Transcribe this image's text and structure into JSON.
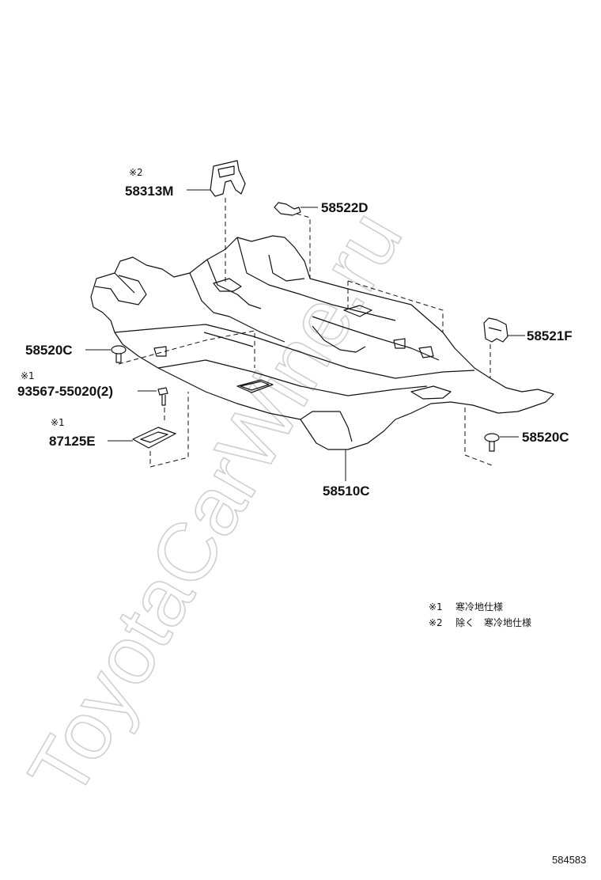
{
  "watermark": "ToyotaCarWine.ru",
  "labels": {
    "p58313M": {
      "mark": "※2",
      "number": "58313M"
    },
    "p58522D": {
      "number": "58522D"
    },
    "p58520C_left": {
      "number": "58520C"
    },
    "p93567": {
      "mark": "※1",
      "number": "93567-55020(2)"
    },
    "p87125E": {
      "mark": "※1",
      "number": "87125E"
    },
    "p58521F": {
      "number": "58521F"
    },
    "p58520C_right": {
      "number": "58520C"
    },
    "p58510C": {
      "number": "58510C"
    }
  },
  "notes": [
    {
      "mark": "※1",
      "text": "寒冷地仕様"
    },
    {
      "mark": "※2",
      "text": "除く　寒冷地仕様"
    }
  ],
  "diagram_id": "584583"
}
